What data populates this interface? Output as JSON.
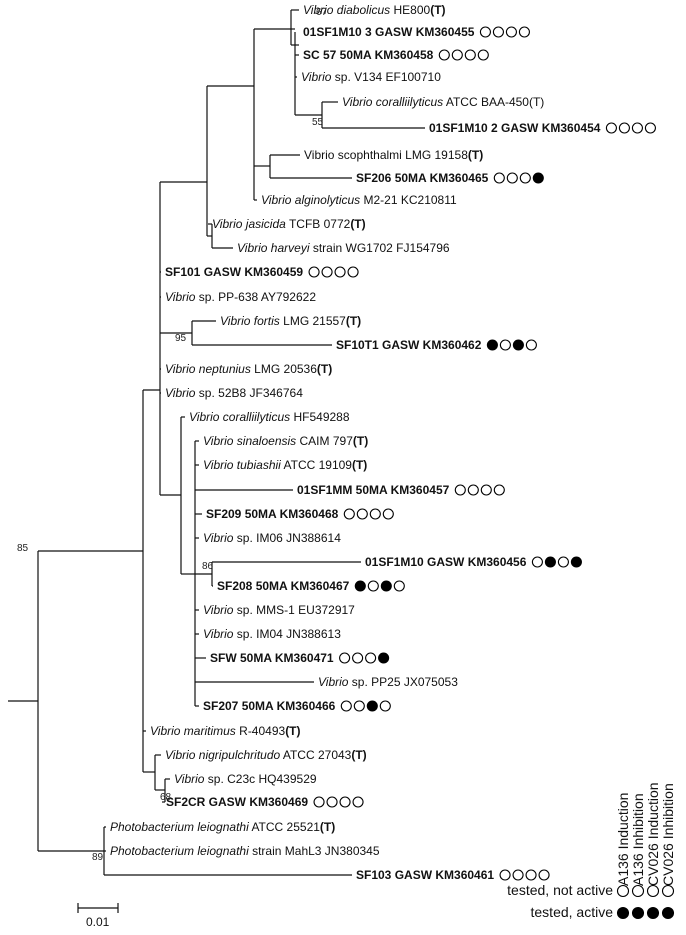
{
  "tree": {
    "leaves": [
      {
        "id": "L1",
        "parts": [
          {
            "t": "Vibrio diabolicus",
            "i": true
          },
          {
            "t": " HE800"
          },
          {
            "t": "(T)",
            "b": true
          }
        ],
        "bold": false,
        "circles": []
      },
      {
        "id": "L2",
        "parts": [
          {
            "t": "01SF1M10 3 GASW KM360455"
          }
        ],
        "bold": true,
        "circles": [
          0,
          0,
          0,
          0
        ]
      },
      {
        "id": "L3",
        "parts": [
          {
            "t": "SC 57  50MA KM360458"
          }
        ],
        "bold": true,
        "circles": [
          0,
          0,
          0,
          0
        ]
      },
      {
        "id": "L4",
        "parts": [
          {
            "t": "Vibrio",
            "i": true
          },
          {
            "t": " sp. V134 EF100710"
          }
        ],
        "bold": false,
        "circles": []
      },
      {
        "id": "L5",
        "parts": [
          {
            "t": "Vibrio coralliilyticus",
            "i": true
          },
          {
            "t": " ATCC BAA-450(T)"
          }
        ],
        "bold": false,
        "circles": []
      },
      {
        "id": "L6",
        "parts": [
          {
            "t": "01SF1M10 2  GASW KM360454"
          }
        ],
        "bold": true,
        "circles": [
          0,
          0,
          0,
          0
        ]
      },
      {
        "id": "L7",
        "parts": [
          {
            "t": "Vibrio scophthalmi LMG 19158"
          },
          {
            "t": "(T)",
            "b": true
          }
        ],
        "bold": false,
        "circles": []
      },
      {
        "id": "L8",
        "parts": [
          {
            "t": "SF206 50MA KM360465"
          }
        ],
        "bold": true,
        "circles": [
          0,
          0,
          0,
          1
        ]
      },
      {
        "id": "L9",
        "parts": [
          {
            "t": "Vibrio alginolyticus",
            "i": true
          },
          {
            "t": " M2-21 KC210811"
          }
        ],
        "bold": false,
        "circles": []
      },
      {
        "id": "L10",
        "parts": [
          {
            "t": "Vibrio jasicida",
            "i": true
          },
          {
            "t": " TCFB 0772"
          },
          {
            "t": "(T)",
            "b": true
          }
        ],
        "bold": false,
        "circles": []
      },
      {
        "id": "L11",
        "parts": [
          {
            "t": "Vibrio harveyi",
            "i": true
          },
          {
            "t": " strain WG1702 FJ154796"
          }
        ],
        "bold": false,
        "circles": []
      },
      {
        "id": "L12",
        "parts": [
          {
            "t": "SF101  GASW KM360459"
          }
        ],
        "bold": true,
        "circles": [
          0,
          0,
          0,
          0
        ]
      },
      {
        "id": "L13",
        "parts": [
          {
            "t": "Vibrio",
            "i": true
          },
          {
            "t": " sp. PP-638 AY792622"
          }
        ],
        "bold": false,
        "circles": []
      },
      {
        "id": "L14",
        "parts": [
          {
            "t": "Vibrio fortis",
            "i": true
          },
          {
            "t": " LMG 21557"
          },
          {
            "t": "(T)",
            "b": true
          }
        ],
        "bold": false,
        "circles": []
      },
      {
        "id": "L15",
        "parts": [
          {
            "t": "SF10T1 GASW KM360462"
          }
        ],
        "bold": true,
        "circles": [
          1,
          0,
          1,
          0
        ]
      },
      {
        "id": "L16",
        "parts": [
          {
            "t": "Vibrio neptunius",
            "i": true
          },
          {
            "t": " LMG 20536"
          },
          {
            "t": "(T)",
            "b": true
          }
        ],
        "bold": false,
        "circles": []
      },
      {
        "id": "L17",
        "parts": [
          {
            "t": "Vibrio",
            "i": true
          },
          {
            "t": " sp. 52B8 JF346764"
          }
        ],
        "bold": false,
        "circles": []
      },
      {
        "id": "L18",
        "parts": [
          {
            "t": "Vibrio coralliilyticus",
            "i": true
          },
          {
            "t": " HF549288"
          }
        ],
        "bold": false,
        "circles": []
      },
      {
        "id": "L19",
        "parts": [
          {
            "t": "Vibrio sinaloensis",
            "i": true
          },
          {
            "t": " CAIM 797"
          },
          {
            "t": "(T)",
            "b": true
          }
        ],
        "bold": false,
        "circles": []
      },
      {
        "id": "L20",
        "parts": [
          {
            "t": "Vibrio tubiashii",
            "i": true
          },
          {
            "t": " ATCC 19109"
          },
          {
            "t": "(T)",
            "b": true
          }
        ],
        "bold": false,
        "circles": []
      },
      {
        "id": "L21",
        "parts": [
          {
            "t": "01SF1MM 50MA KM360457"
          }
        ],
        "bold": true,
        "circles": [
          0,
          0,
          0,
          0
        ]
      },
      {
        "id": "L22",
        "parts": [
          {
            "t": "SF209 50MA KM360468"
          }
        ],
        "bold": true,
        "circles": [
          0,
          0,
          0,
          0
        ]
      },
      {
        "id": "L23",
        "parts": [
          {
            "t": "Vibrio",
            "i": true
          },
          {
            "t": " sp. IM06 JN388614"
          }
        ],
        "bold": false,
        "circles": []
      },
      {
        "id": "L24",
        "parts": [
          {
            "t": "01SF1M10  GASW KM360456"
          }
        ],
        "bold": true,
        "circles": [
          0,
          1,
          0,
          1
        ]
      },
      {
        "id": "L25",
        "parts": [
          {
            "t": "SF208  50MA KM360467"
          }
        ],
        "bold": true,
        "circles": [
          1,
          0,
          1,
          0
        ]
      },
      {
        "id": "L26",
        "parts": [
          {
            "t": "Vibrio",
            "i": true
          },
          {
            "t": " sp. MMS-1 EU372917"
          }
        ],
        "bold": false,
        "circles": []
      },
      {
        "id": "L27",
        "parts": [
          {
            "t": "Vibrio",
            "i": true
          },
          {
            "t": " sp. IM04 JN388613"
          }
        ],
        "bold": false,
        "circles": []
      },
      {
        "id": "L28",
        "parts": [
          {
            "t": "SFW 50MA KM360471"
          }
        ],
        "bold": true,
        "circles": [
          0,
          0,
          0,
          1
        ]
      },
      {
        "id": "L29",
        "parts": [
          {
            "t": "Vibrio",
            "i": true
          },
          {
            "t": " sp. PP25 JX075053"
          }
        ],
        "bold": false,
        "circles": []
      },
      {
        "id": "L30",
        "parts": [
          {
            "t": "SF207 50MA KM360466"
          }
        ],
        "bold": true,
        "circles": [
          0,
          0,
          1,
          0
        ]
      },
      {
        "id": "L31",
        "parts": [
          {
            "t": "Vibrio maritimus",
            "i": true
          },
          {
            "t": " R-40493"
          },
          {
            "t": "(T)",
            "b": true
          }
        ],
        "bold": false,
        "circles": []
      },
      {
        "id": "L32",
        "parts": [
          {
            "t": "Vibrio nigripulchritudo",
            "i": true
          },
          {
            "t": " ATCC 27043"
          },
          {
            "t": "(T)",
            "b": true
          }
        ],
        "bold": false,
        "circles": []
      },
      {
        "id": "L33",
        "parts": [
          {
            "t": "Vibrio",
            "i": true
          },
          {
            "t": " sp. C23c HQ439529"
          }
        ],
        "bold": false,
        "circles": []
      },
      {
        "id": "L34",
        "parts": [
          {
            "t": "SF2CR GASW KM360469"
          }
        ],
        "bold": true,
        "circles": [
          0,
          0,
          0,
          0
        ]
      },
      {
        "id": "L35",
        "parts": [
          {
            "t": "Photobacterium leiognathi",
            "i": true
          },
          {
            "t": " ATCC 25521"
          },
          {
            "t": "(T)",
            "b": true
          }
        ],
        "bold": false,
        "circles": []
      },
      {
        "id": "L36",
        "parts": [
          {
            "t": "Photobacterium leiognathi",
            "i": true
          },
          {
            "t": " strain MahL3 JN380345"
          }
        ],
        "bold": false,
        "circles": []
      },
      {
        "id": "L37",
        "parts": [
          {
            "t": "SF103 GASW KM360461"
          }
        ],
        "bold": true,
        "circles": [
          0,
          0,
          0,
          0
        ]
      }
    ],
    "bootstrap": {
      "b67": "67",
      "b55": "55",
      "b95": "95",
      "b85": "85",
      "b86": "86",
      "b68": "68",
      "b89": "89"
    },
    "scale_bar_label": "0.01"
  },
  "legend": {
    "columns": [
      "A136 Induction",
      "A136 Inhibition",
      "CV026 Induction",
      "CV026 Inhibition"
    ],
    "rows": [
      {
        "label": "tested, not active",
        "filled": false
      },
      {
        "label": "tested, active",
        "filled": true
      }
    ]
  }
}
